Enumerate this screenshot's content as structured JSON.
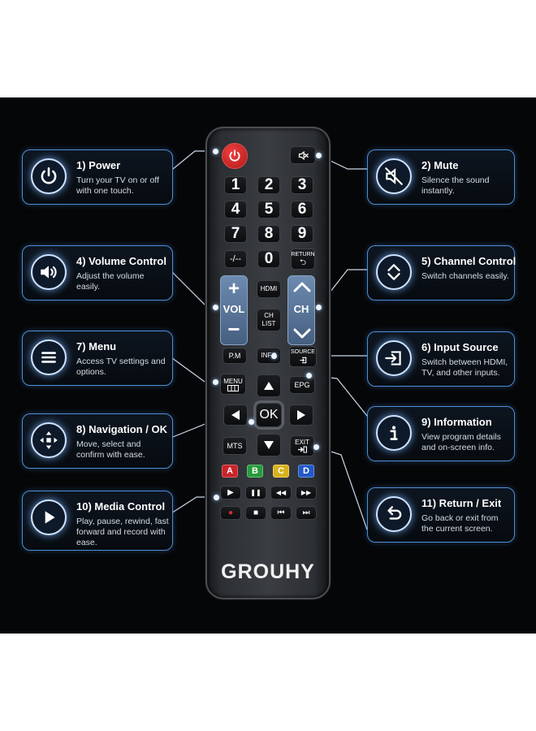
{
  "callouts": {
    "power": {
      "title": "1) Power",
      "desc": "Turn your TV on or off with one touch.",
      "icon": "power-icon"
    },
    "mute": {
      "title": "2) Mute",
      "desc": "Silence the sound instantly.",
      "icon": "mute-icon"
    },
    "volume": {
      "title": "4) Volume Control",
      "desc": "Adjust the volume easily.",
      "icon": "speaker-icon"
    },
    "channel": {
      "title": "5) Channel Control",
      "desc": "Switch channels easily.",
      "icon": "chevron-updown-icon"
    },
    "menu": {
      "title": "7) Menu",
      "desc": "Access TV settings and options.",
      "icon": "menu-icon"
    },
    "input": {
      "title": "6) Input Source",
      "desc": "Switch between HDMI, TV, and other inputs.",
      "icon": "input-source-icon"
    },
    "nav": {
      "title": "8) Navigation / OK",
      "desc": "Move, select and confirm with ease.",
      "icon": "dpad-icon"
    },
    "info": {
      "title": "9) Information",
      "desc": "View program details and on-screen info.",
      "icon": "info-icon"
    },
    "media": {
      "title": "10) Media Control",
      "desc": "Play, pause, rewind, fast forward and record with ease.",
      "icon": "play-icon"
    },
    "return": {
      "title": "11) Return / Exit",
      "desc": "Go back or exit from the current screen.",
      "icon": "return-icon"
    }
  },
  "remote": {
    "brand": "GROUHY",
    "digits": [
      "1",
      "2",
      "3",
      "4",
      "5",
      "6",
      "7",
      "8",
      "9"
    ],
    "dash": "-/--",
    "zero": "0",
    "return_label": "RETURN",
    "return_glyph": "⮌",
    "hdmi": "HDMI",
    "ch_list": "CH LIST",
    "vol": "VOL",
    "ch": "CH",
    "plus": "+",
    "minus": "−",
    "pm": "P.M",
    "info": "INFO",
    "source": "SOURCE",
    "menu": "MENU",
    "epg": "EPG",
    "ok": "OK",
    "mts": "MTS",
    "exit": "EXIT",
    "color_keys": [
      "A",
      "B",
      "C",
      "D"
    ],
    "media_row1": [
      "▶",
      "❚❚",
      "◀◀",
      "▶▶"
    ],
    "media_row2": [
      "●",
      "■",
      "⏮",
      "⏭"
    ]
  },
  "colors": {
    "accent": "#4d8fd6",
    "power": "#d42828",
    "key_a": "#c8242a",
    "key_b": "#2a9a3e",
    "key_c": "#d8b21c",
    "key_d": "#2457c8",
    "rocker": "#5b779b"
  }
}
